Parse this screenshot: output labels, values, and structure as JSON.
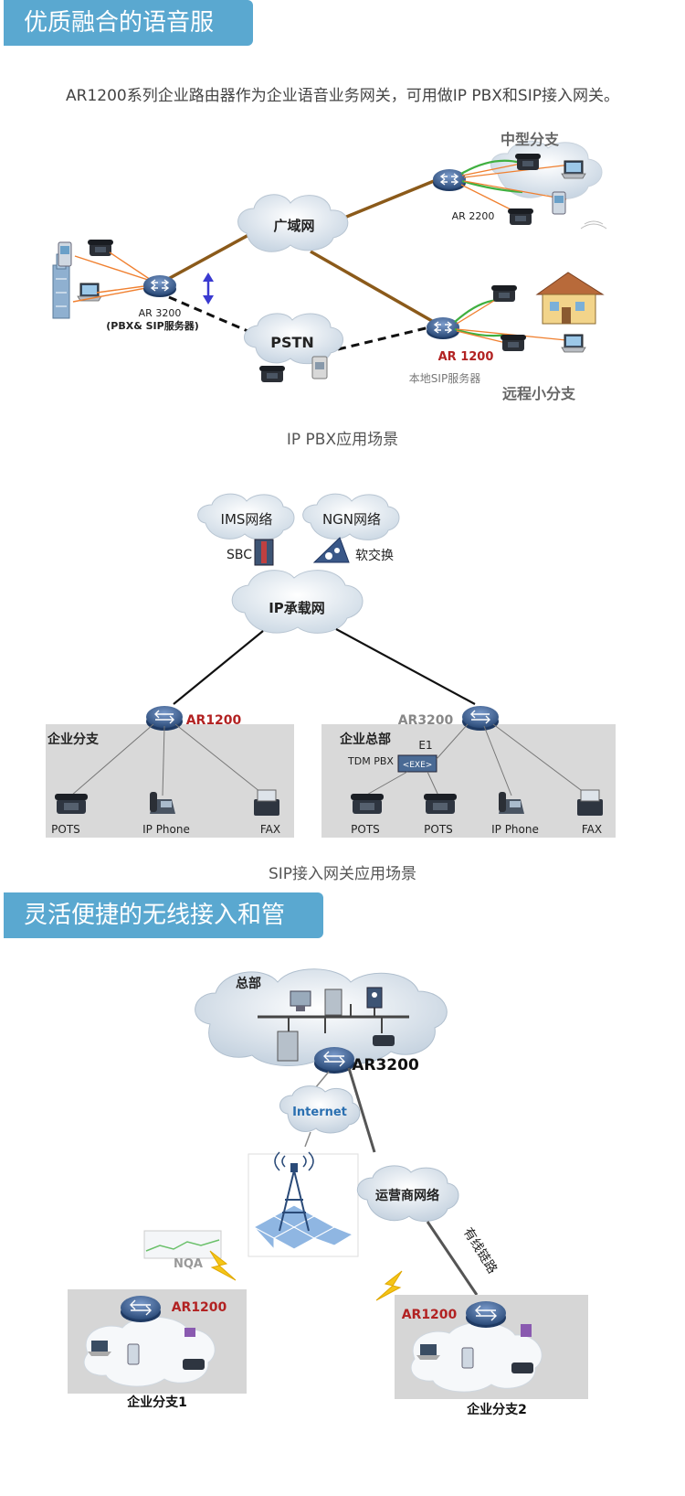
{
  "section1": {
    "title": "优质融合的语音服务",
    "description": "AR1200系列企业路由器作为企业语音业务网关，可用做IP PBX和SIP接入网关。"
  },
  "diagram1": {
    "caption": "IP PBX应用场景",
    "wan_label": "广域网",
    "pstn_label": "PSTN",
    "ar3200_label": "AR 3200",
    "ar3200_sub": "(PBX& SIP服务器)",
    "ar2200_label": "AR 2200",
    "ar1200_label": "AR 1200",
    "ar1200_sub": "本地SIP服务器",
    "mid_branch": "中型分支",
    "remote_branch": "远程小分支"
  },
  "diagram2": {
    "caption": "SIP接入网关应用场景",
    "ims": "IMS网络",
    "ngn": "NGN网络",
    "sbc": "SBC",
    "softswitch": "软交换",
    "ip_net": "IP承载网",
    "ar1200": "AR1200",
    "ar3200": "AR3200",
    "branch": "企业分支",
    "hq": "企业总部",
    "e1": "E1",
    "tdm": "TDM PBX",
    "left_devices": [
      "POTS",
      "IP Phone",
      "FAX"
    ],
    "right_devices": [
      "POTS",
      "POTS",
      "IP Phone",
      "FAX"
    ]
  },
  "section2": {
    "title": "灵活便捷的无线接入和管理"
  },
  "diagram3": {
    "hq": "总部",
    "ar3200": "AR3200",
    "internet": "Internet",
    "carrier": "运营商网络",
    "wired": "有线链路",
    "nqa": "NQA",
    "ar1200_left": "AR1200",
    "ar1200_right": "AR1200",
    "branch1": "企业分支1",
    "branch2": "企业分支2"
  },
  "colors": {
    "header_bg": "#5aa8d0",
    "router": "#3d5e8c",
    "accent_red": "#b22222",
    "trunk": "#8b5a1a",
    "orange_link": "#f08030",
    "green_link": "#40b040"
  }
}
